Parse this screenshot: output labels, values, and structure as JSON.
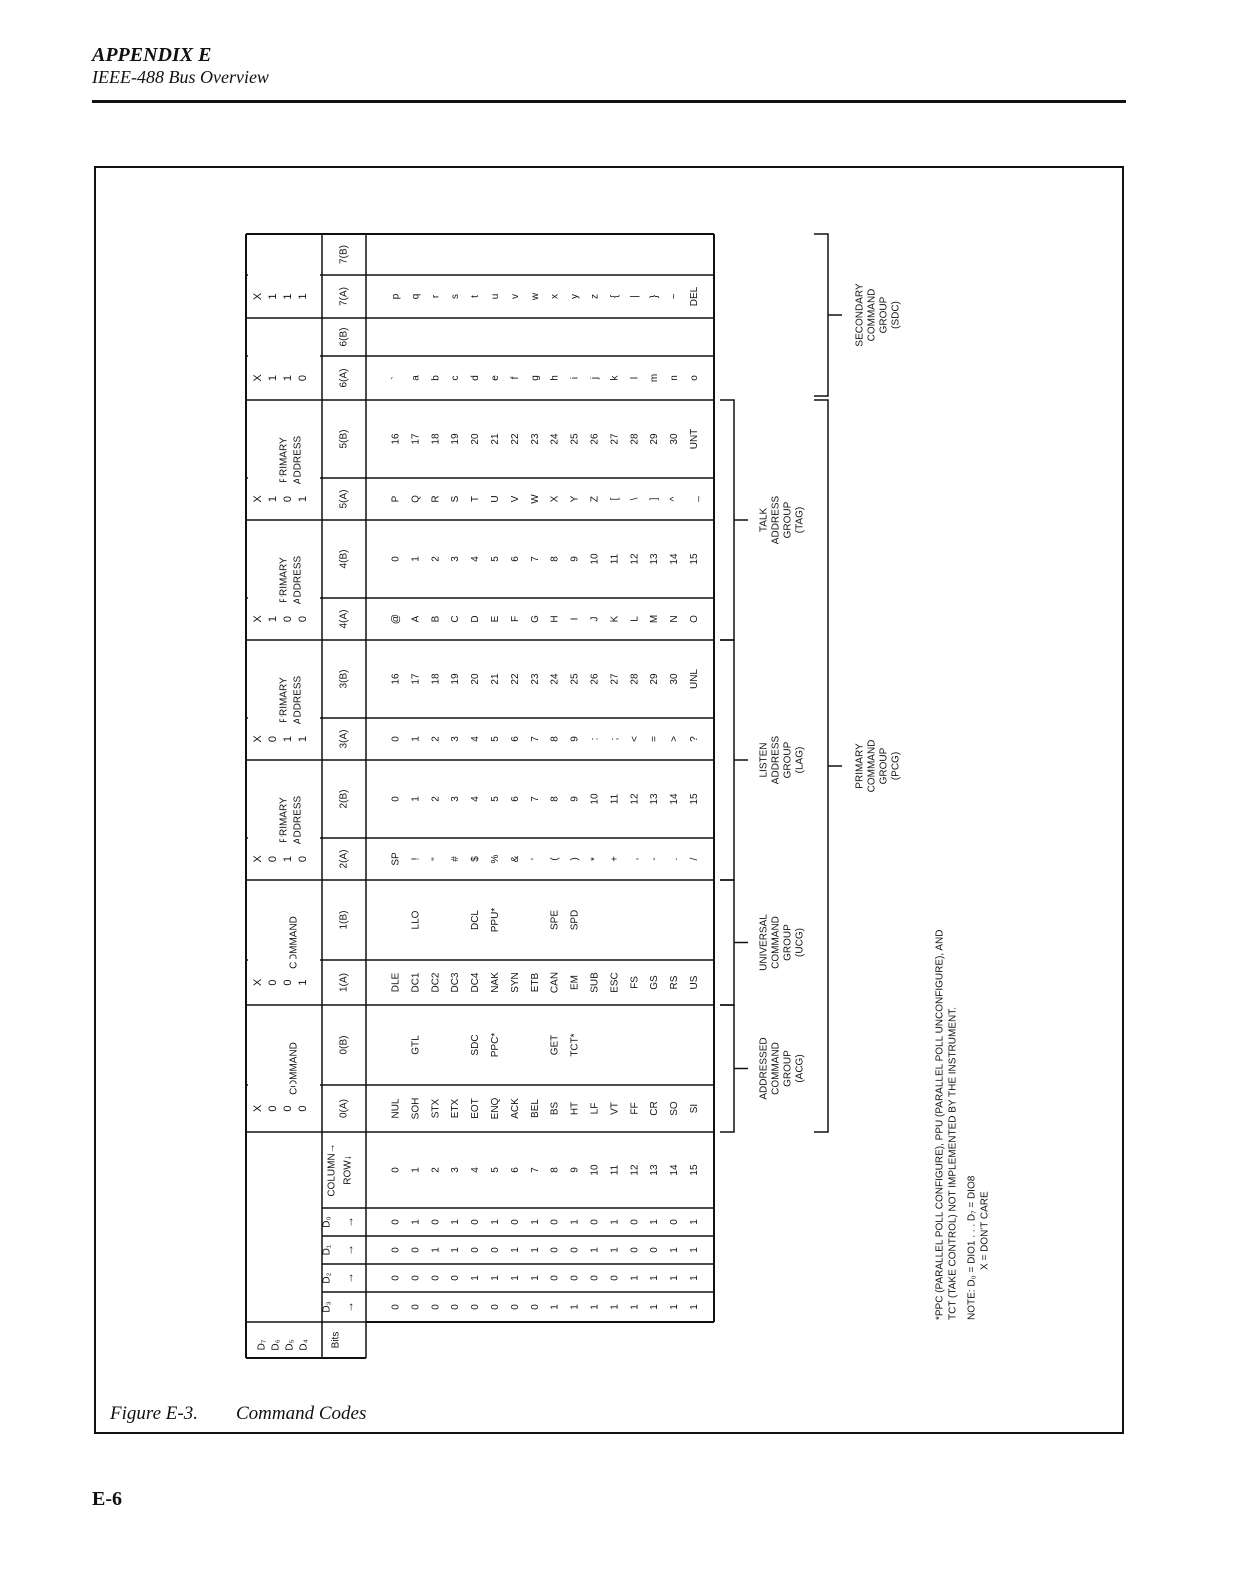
{
  "header": {
    "appendix": "APPENDIX E",
    "subtitle": "IEEE-488 Bus Overview"
  },
  "page_number": "E-6",
  "figure": {
    "number": "Figure E-3.",
    "title": "Command Codes"
  },
  "table": {
    "bit_labels": [
      "D₇",
      "D₆",
      "D₅",
      "D₄"
    ],
    "bits_label": "Bits",
    "bit_columns": [
      "D₃",
      "D₂",
      "D₁",
      "D₀"
    ],
    "column_row_label": [
      "COLUMN→",
      "ROW↓"
    ],
    "rows": {
      "bits": [
        [
          "0",
          "0",
          "0",
          "0"
        ],
        [
          "0",
          "0",
          "0",
          "1"
        ],
        [
          "0",
          "0",
          "1",
          "0"
        ],
        [
          "0",
          "0",
          "1",
          "1"
        ],
        [
          "0",
          "1",
          "0",
          "0"
        ],
        [
          "0",
          "1",
          "0",
          "1"
        ],
        [
          "0",
          "1",
          "1",
          "0"
        ],
        [
          "0",
          "1",
          "1",
          "1"
        ],
        [
          "1",
          "0",
          "0",
          "0"
        ],
        [
          "1",
          "0",
          "0",
          "1"
        ],
        [
          "1",
          "0",
          "1",
          "0"
        ],
        [
          "1",
          "0",
          "1",
          "1"
        ],
        [
          "1",
          "1",
          "0",
          "0"
        ],
        [
          "1",
          "1",
          "0",
          "1"
        ],
        [
          "1",
          "1",
          "1",
          "0"
        ],
        [
          "1",
          "1",
          "1",
          "1"
        ]
      ],
      "row_numbers": [
        "0",
        "1",
        "2",
        "3",
        "4",
        "5",
        "6",
        "7",
        "8",
        "9",
        "10",
        "11",
        "12",
        "13",
        "14",
        "15"
      ]
    },
    "columns": [
      {
        "id": "0A",
        "head_bits": "X000",
        "head_label": "",
        "code": "0(A)",
        "cells": [
          "NUL",
          "SOH",
          "STX",
          "ETX",
          "EOT",
          "ENQ",
          "ACK",
          "BEL",
          "BS",
          "HT",
          "LF",
          "VT",
          "FF",
          "CR",
          "SO",
          "SI"
        ]
      },
      {
        "id": "0B",
        "head_bits": "",
        "head_label": "COMMAND",
        "code": "0(B)",
        "cells": [
          "",
          "GTL",
          "",
          "",
          "SDC",
          "PPC*",
          "",
          "",
          "GET",
          "TCT*",
          "",
          "",
          "",
          "",
          "",
          ""
        ]
      },
      {
        "id": "1A",
        "head_bits": "X001",
        "head_label": "",
        "code": "1(A)",
        "cells": [
          "DLE",
          "DC1",
          "DC2",
          "DC3",
          "DC4",
          "NAK",
          "SYN",
          "ETB",
          "CAN",
          "EM",
          "SUB",
          "ESC",
          "FS",
          "GS",
          "RS",
          "US"
        ]
      },
      {
        "id": "1B",
        "head_bits": "",
        "head_label": "COMMAND",
        "code": "1(B)",
        "cells": [
          "",
          "LLO",
          "",
          "",
          "DCL",
          "PPU*",
          "",
          "",
          "SPE",
          "SPD",
          "",
          "",
          "",
          "",
          "",
          ""
        ]
      },
      {
        "id": "2A",
        "head_bits": "X010",
        "head_label": "",
        "code": "2(A)",
        "cells": [
          "SP",
          "!",
          "\"",
          "#",
          "$",
          "%",
          "&",
          "'",
          "(",
          ")",
          "*",
          "+",
          ",",
          "-",
          ".",
          "/"
        ]
      },
      {
        "id": "2B",
        "head_bits": "",
        "head_label": "PRIMARY ADDRESS",
        "code": "2(B)",
        "cells": [
          "0",
          "1",
          "2",
          "3",
          "4",
          "5",
          "6",
          "7",
          "8",
          "9",
          "10",
          "11",
          "12",
          "13",
          "14",
          "15"
        ]
      },
      {
        "id": "3A",
        "head_bits": "X011",
        "head_label": "",
        "code": "3(A)",
        "cells": [
          "0",
          "1",
          "2",
          "3",
          "4",
          "5",
          "6",
          "7",
          "8",
          "9",
          ":",
          ";",
          "<",
          "=",
          ">",
          "?"
        ]
      },
      {
        "id": "3B",
        "head_bits": "",
        "head_label": "PRIMARY ADDRESS",
        "code": "3(B)",
        "cells": [
          "16",
          "17",
          "18",
          "19",
          "20",
          "21",
          "22",
          "23",
          "24",
          "25",
          "26",
          "27",
          "28",
          "29",
          "30",
          "UNL"
        ]
      },
      {
        "id": "4A",
        "head_bits": "X100",
        "head_label": "",
        "code": "4(A)",
        "cells": [
          "@",
          "A",
          "B",
          "C",
          "D",
          "E",
          "F",
          "G",
          "H",
          "I",
          "J",
          "K",
          "L",
          "M",
          "N",
          "O"
        ]
      },
      {
        "id": "4B",
        "head_bits": "",
        "head_label": "PRIMARY ADDRESS",
        "code": "4(B)",
        "cells": [
          "0",
          "1",
          "2",
          "3",
          "4",
          "5",
          "6",
          "7",
          "8",
          "9",
          "10",
          "11",
          "12",
          "13",
          "14",
          "15"
        ]
      },
      {
        "id": "5A",
        "head_bits": "X101",
        "head_label": "",
        "code": "5(A)",
        "cells": [
          "P",
          "Q",
          "R",
          "S",
          "T",
          "U",
          "V",
          "W",
          "X",
          "Y",
          "Z",
          "[",
          "\\",
          "]",
          "^",
          "_"
        ]
      },
      {
        "id": "5B",
        "head_bits": "",
        "head_label": "PRIMARY ADDRESS",
        "code": "5(B)",
        "cells": [
          "16",
          "17",
          "18",
          "19",
          "20",
          "21",
          "22",
          "23",
          "24",
          "25",
          "26",
          "27",
          "28",
          "29",
          "30",
          "UNT"
        ]
      },
      {
        "id": "6A",
        "head_bits": "X110",
        "head_label": "",
        "code": "6(A)",
        "cells": [
          "`",
          "a",
          "b",
          "c",
          "d",
          "e",
          "f",
          "g",
          "h",
          "i",
          "j",
          "k",
          "l",
          "m",
          "n",
          "o"
        ]
      },
      {
        "id": "6B",
        "head_bits": "",
        "head_label": "",
        "code": "6(B)",
        "cells": [
          "",
          "",
          "",
          "",
          "",
          "",
          "",
          "",
          "",
          "",
          "",
          "",
          "",
          "",
          "",
          ""
        ]
      },
      {
        "id": "7A",
        "head_bits": "X111",
        "head_label": "",
        "code": "7(A)",
        "cells": [
          "p",
          "q",
          "r",
          "s",
          "t",
          "u",
          "v",
          "w",
          "x",
          "y",
          "z",
          "{",
          "|",
          "}",
          "~",
          "DEL"
        ]
      },
      {
        "id": "7B",
        "head_bits": "",
        "head_label": "",
        "code": "7(B)",
        "cells": [
          "",
          "",
          "",
          "",
          "",
          "",
          "",
          "",
          "",
          "",
          "",
          "",
          "",
          "",
          "",
          ""
        ]
      }
    ]
  },
  "groups": {
    "acg": [
      "ADDRESSED",
      "COMMAND",
      "GROUP",
      "(ACG)"
    ],
    "ucg": [
      "UNIVERSAL",
      "COMMAND",
      "GROUP",
      "(UCG)"
    ],
    "lag": [
      "LISTEN",
      "ADDRESS",
      "GROUP",
      "(LAG)"
    ],
    "tag": [
      "TALK",
      "ADDRESS",
      "GROUP",
      "(TAG)"
    ],
    "pcg": [
      "PRIMARY",
      "COMMAND",
      "GROUP",
      "(PCG)"
    ],
    "sdc": [
      "SECONDARY",
      "COMMAND",
      "GROUP",
      "(SDC)"
    ]
  },
  "notes": [
    "*PPC (PARALLEL POLL CONFIGURE), PPU (PARALLEL POLL UNCONFIGURE), AND",
    "TCT (TAKE CONTROL) NOT IMPLEMENTED BY THE INSTRUMENT.",
    "NOTE: D₀ = DIO1 . . . D₇ = DIO8",
    "X = DON'T CARE"
  ]
}
